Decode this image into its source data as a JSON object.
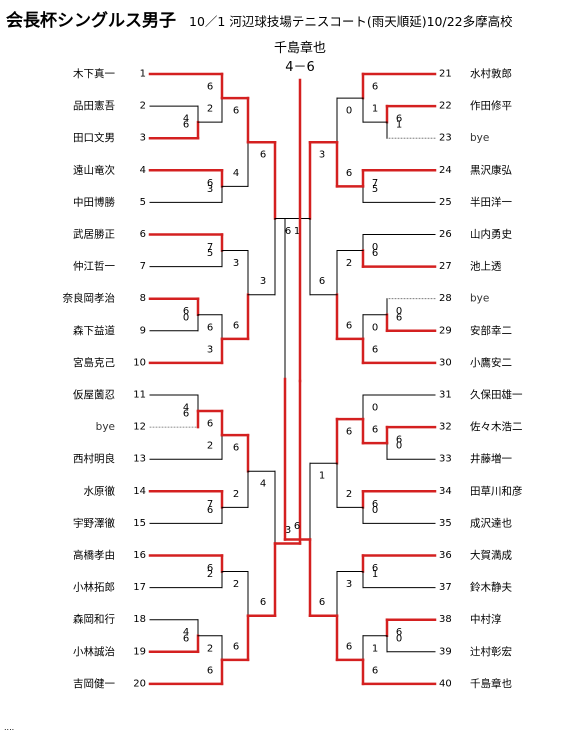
{
  "title": "会長杯シングルス男子",
  "subtitle": "10／1 河辺球技場テニスコート(雨天順延)10/22多摩高校",
  "champion": "千島章也",
  "final_score": "4－6",
  "footer": "....",
  "colors": {
    "winner": "#d42020",
    "line": "#000000",
    "bye": "#666666"
  },
  "left_players": [
    {
      "num": "1",
      "name": "木下真一"
    },
    {
      "num": "2",
      "name": "品田憲吾"
    },
    {
      "num": "3",
      "name": "田口文男"
    },
    {
      "num": "4",
      "name": "遠山竜次"
    },
    {
      "num": "5",
      "name": "中田博勝"
    },
    {
      "num": "6",
      "name": "武居勝正"
    },
    {
      "num": "7",
      "name": "仲江哲一"
    },
    {
      "num": "8",
      "name": "奈良岡孝治"
    },
    {
      "num": "9",
      "name": "森下益道"
    },
    {
      "num": "10",
      "name": "宮島克己"
    },
    {
      "num": "11",
      "name": "仮屋薗忍"
    },
    {
      "num": "12",
      "name": "bye"
    },
    {
      "num": "13",
      "name": "西村明良"
    },
    {
      "num": "14",
      "name": "水原徹"
    },
    {
      "num": "15",
      "name": "宇野澤徹"
    },
    {
      "num": "16",
      "name": "高橋孝由"
    },
    {
      "num": "17",
      "name": "小林拓郎"
    },
    {
      "num": "18",
      "name": "森岡和行"
    },
    {
      "num": "19",
      "name": "小林誠治"
    },
    {
      "num": "20",
      "name": "吉岡健一"
    }
  ],
  "right_players": [
    {
      "num": "21",
      "name": "水村敦郎"
    },
    {
      "num": "22",
      "name": "作田修平"
    },
    {
      "num": "23",
      "name": "bye"
    },
    {
      "num": "24",
      "name": "黒沢康弘"
    },
    {
      "num": "25",
      "name": "半田洋一"
    },
    {
      "num": "26",
      "name": "山内勇史"
    },
    {
      "num": "27",
      "name": "池上透"
    },
    {
      "num": "28",
      "name": "bye"
    },
    {
      "num": "29",
      "name": "安部幸二"
    },
    {
      "num": "30",
      "name": "小鷹安二"
    },
    {
      "num": "31",
      "name": "久保田雄一"
    },
    {
      "num": "32",
      "name": "佐々木浩二"
    },
    {
      "num": "33",
      "name": "井藤増一"
    },
    {
      "num": "34",
      "name": "田草川和彦"
    },
    {
      "num": "35",
      "name": "成沢達也"
    },
    {
      "num": "36",
      "name": "大賀満成"
    },
    {
      "num": "37",
      "name": "鈴木静夫"
    },
    {
      "num": "38",
      "name": "中村淳"
    },
    {
      "num": "39",
      "name": "辻村彰宏"
    },
    {
      "num": "40",
      "name": "千島章也"
    }
  ],
  "matches": {
    "L": {
      "3a": {
        "a": "4",
        "b": "6",
        "win": "b"
      },
      "4a": {
        "a": "6",
        "b": "2",
        "win": "a"
      },
      "4b": {
        "a": "6",
        "b": "3",
        "win": "a"
      },
      "6a": {
        "a": "7",
        "b": "5",
        "win": "a"
      },
      "9a": {
        "a": "6",
        "b": "0",
        "win": "a"
      },
      "9b": {
        "a": "6",
        "b": "3",
        "win": "b"
      },
      "s1": {
        "a": "6",
        "b": "4",
        "win": "a"
      },
      "s2": {
        "a": "3",
        "b": "6",
        "win": "b"
      },
      "q1": {
        "a": "6",
        "b": "3",
        "win": "a"
      },
      "13a": {
        "a": "4",
        "b": "6",
        "win": "b"
      },
      "15a": {
        "a": "7",
        "b": "6",
        "win": "a"
      },
      "17a": {
        "a": "6",
        "b": "2",
        "win": "a"
      },
      "19a": {
        "a": "4",
        "b": "6",
        "win": "b"
      },
      "19b": {
        "a": "2",
        "b": "6",
        "win": "b"
      },
      "s3": {
        "a": "6",
        "b": "2",
        "win": "a"
      },
      "s4": {
        "a": "2",
        "b": "6",
        "win": "b"
      },
      "q2": {
        "a": "4",
        "b": "6",
        "win": "b"
      },
      "half": {
        "a": "6",
        "b": "3",
        "win": "b"
      }
    },
    "R": {
      "22a": {
        "a": "6",
        "b": "1",
        "win": "a"
      },
      "25a": {
        "a": "7",
        "b": "5",
        "win": "a"
      },
      "27a": {
        "a": "0",
        "b": "6",
        "win": "b"
      },
      "30a": {
        "a": "0",
        "b": "6",
        "win": "b"
      },
      "32a": {
        "a": "6",
        "b": "0",
        "win": "a"
      },
      "33a": {
        "a": "0",
        "b": "6",
        "win": "b"
      },
      "35a": {
        "a": "6",
        "b": "0",
        "win": "a"
      },
      "37a": {
        "a": "6",
        "b": "1",
        "win": "a"
      },
      "39a": {
        "a": "6",
        "b": "0",
        "win": "a"
      },
      "40a": {
        "a": "1",
        "b": "6",
        "win": "b"
      },
      "s1": {
        "a": "0",
        "b": "6",
        "win": "b"
      },
      "s2": {
        "a": "2",
        "b": "6",
        "win": "b"
      },
      "s3": {
        "a": "6",
        "b": "2",
        "win": "a"
      },
      "s4": {
        "a": "3",
        "b": "6",
        "win": "b"
      },
      "q1": {
        "a": "3",
        "b": "6",
        "win": "a"
      },
      "q2": {
        "a": "1",
        "b": "6",
        "win": "b"
      },
      "half": {
        "a": "1",
        "b": "6",
        "win": "b"
      }
    }
  }
}
